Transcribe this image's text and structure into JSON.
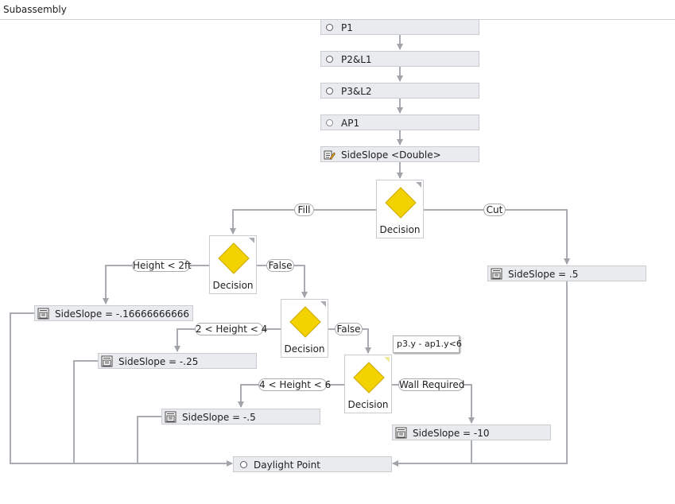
{
  "header": {
    "title": "Subassembly"
  },
  "activities": [
    {
      "id": "p1",
      "label": "P1",
      "icon": "circle-icon"
    },
    {
      "id": "p2l1",
      "label": "P2&L1",
      "icon": "circle-icon"
    },
    {
      "id": "p3l2",
      "label": "P3&L2",
      "icon": "circle-icon"
    },
    {
      "id": "ap1",
      "label": "AP1",
      "icon": "circle-icon"
    },
    {
      "id": "sideslope_var",
      "label": "SideSlope <Double>",
      "icon": "variable-icon"
    },
    {
      "id": "ss_cut",
      "label": "SideSlope = .5",
      "icon": "assign-icon"
    },
    {
      "id": "ss_fill1",
      "label": "SideSlope = -.16666666666",
      "icon": "assign-icon"
    },
    {
      "id": "ss_fill2",
      "label": "SideSlope = -.25",
      "icon": "assign-icon"
    },
    {
      "id": "ss_fill3",
      "label": "SideSlope = -.5",
      "icon": "assign-icon"
    },
    {
      "id": "ss_wall",
      "label": "SideSlope = -10",
      "icon": "assign-icon"
    },
    {
      "id": "daylight",
      "label": "Daylight Point",
      "icon": "circle-icon"
    }
  ],
  "decisions": [
    {
      "id": "d1",
      "label": "Decision",
      "true_label": "Fill",
      "false_label": "Cut"
    },
    {
      "id": "d2",
      "label": "Decision",
      "true_label": "Height < 2ft",
      "false_label": "False"
    },
    {
      "id": "d3",
      "label": "Decision",
      "true_label": "2 < Height < 4",
      "false_label": "False"
    },
    {
      "id": "d4",
      "label": "Decision",
      "true_label": "4 < Height < 6",
      "false_label": "Wall Required"
    }
  ],
  "annotation": {
    "text": "p3.y - ap1.y<6"
  },
  "colors": {
    "diamond_fill": "#f2d300",
    "wire": "#a0a3a8",
    "activity_bg": "#e9ebee"
  }
}
